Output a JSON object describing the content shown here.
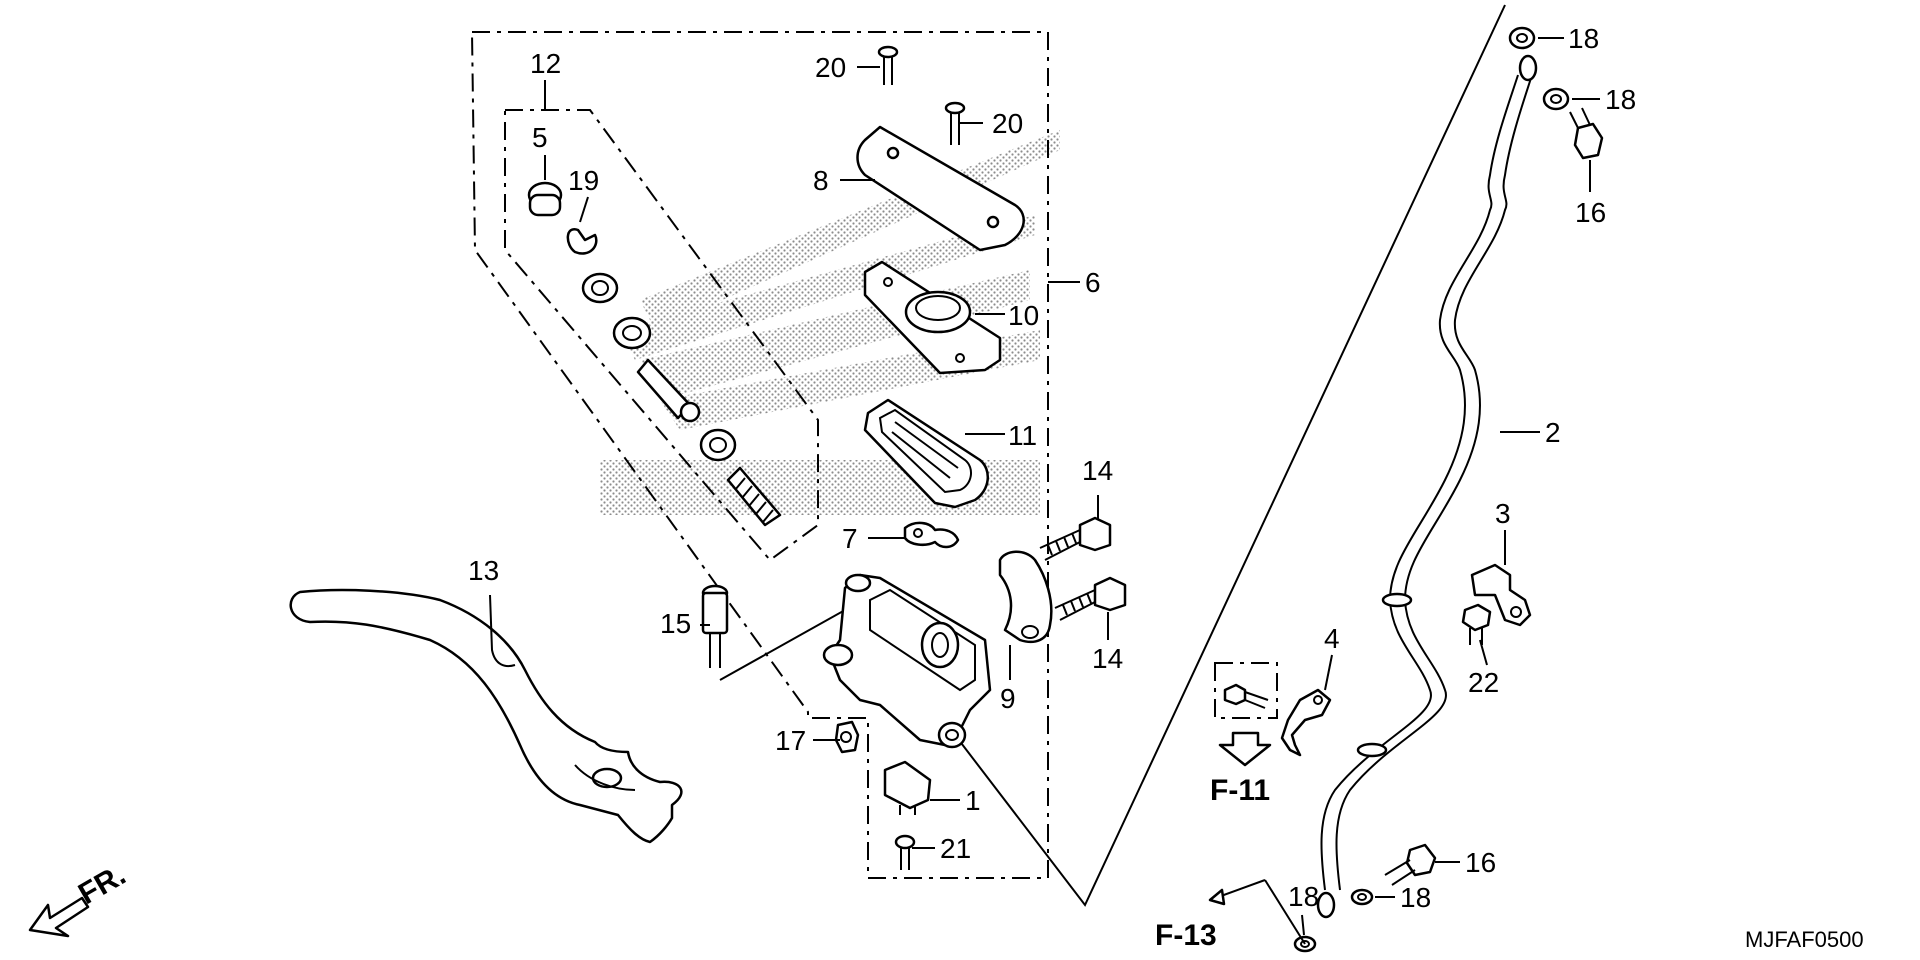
{
  "callouts": {
    "c1": "1",
    "c2": "2",
    "c3": "3",
    "c4": "4",
    "c5": "5",
    "c6": "6",
    "c7": "7",
    "c8": "8",
    "c9": "9",
    "c10": "10",
    "c11": "11",
    "c12": "12",
    "c13": "13",
    "c14a": "14",
    "c14b": "14",
    "c15": "15",
    "c16a": "16",
    "c16b": "16",
    "c17": "17",
    "c18a": "18",
    "c18b": "18",
    "c18c": "18",
    "c18d": "18",
    "c19": "19",
    "c20a": "20",
    "c20b": "20",
    "c21": "21",
    "c22": "22"
  },
  "refs": {
    "f11": "F-11",
    "f13": "F-13"
  },
  "front_label": "FR.",
  "diagram_code": "MJFAF0500",
  "icons": [
    "front-arrow-icon",
    "reference-arrow-icon"
  ],
  "colors": {
    "line": "#000000",
    "background": "#ffffff",
    "shade": "#9a9a9a"
  }
}
